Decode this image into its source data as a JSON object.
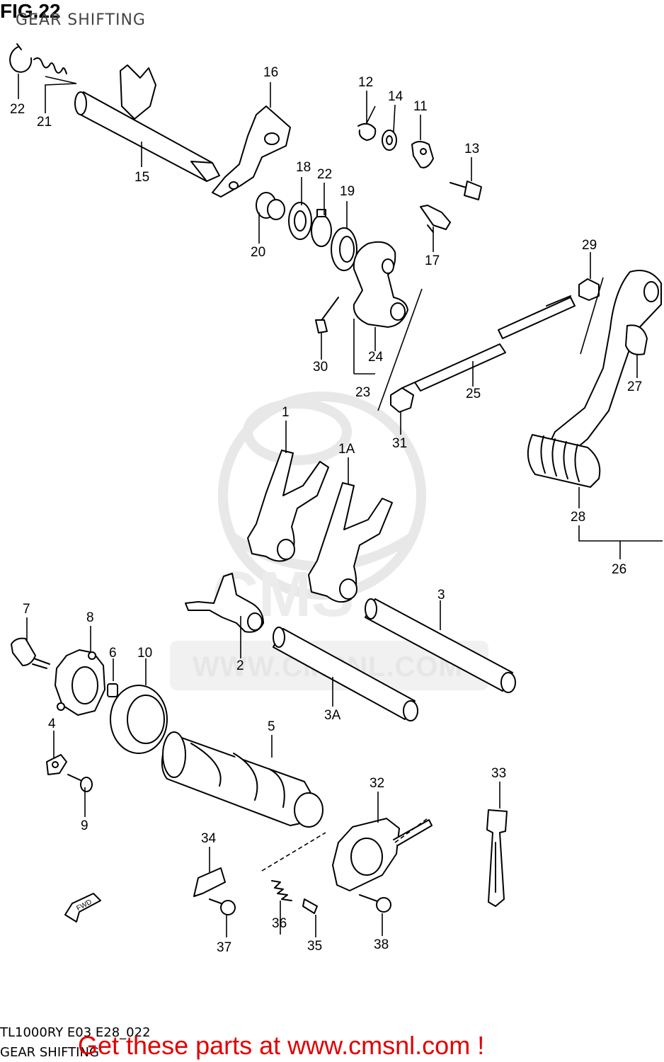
{
  "header": {
    "fig_title": "FIG.22",
    "subtitle": "GEAR SHIFTING"
  },
  "footer": {
    "model_code": "TL1000RY E03 E28_022",
    "section_name": "GEAR SHIFTING",
    "cta_text": "Get these parts at www.cmsnl.com !"
  },
  "watermark": {
    "url_text": "WWW.CMSNL.COM"
  },
  "badge": {
    "fwd_text": "FWD"
  },
  "colors": {
    "line": "#000000",
    "cta": "#e20000",
    "watermark": "#e6e6e6"
  },
  "part_labels": {
    "p1": "1",
    "p1a": "1A",
    "p2": "2",
    "p3": "3",
    "p3a": "3A",
    "p4": "4",
    "p5": "5",
    "p6": "6",
    "p7": "7",
    "p8": "8",
    "p9": "9",
    "p10": "10",
    "p11": "11",
    "p12": "12",
    "p13": "13",
    "p14": "14",
    "p15": "15",
    "p16": "16",
    "p17": "17",
    "p18": "18",
    "p19": "19",
    "p20": "20",
    "p21": "21",
    "p22a": "22",
    "p22b": "22",
    "p23": "23",
    "p24": "24",
    "p25": "25",
    "p26": "26",
    "p27": "27",
    "p28": "28",
    "p29": "29",
    "p30": "30",
    "p31": "31",
    "p32": "32",
    "p33": "33",
    "p34": "34",
    "p35": "35",
    "p36": "36",
    "p37": "37",
    "p38": "38"
  }
}
